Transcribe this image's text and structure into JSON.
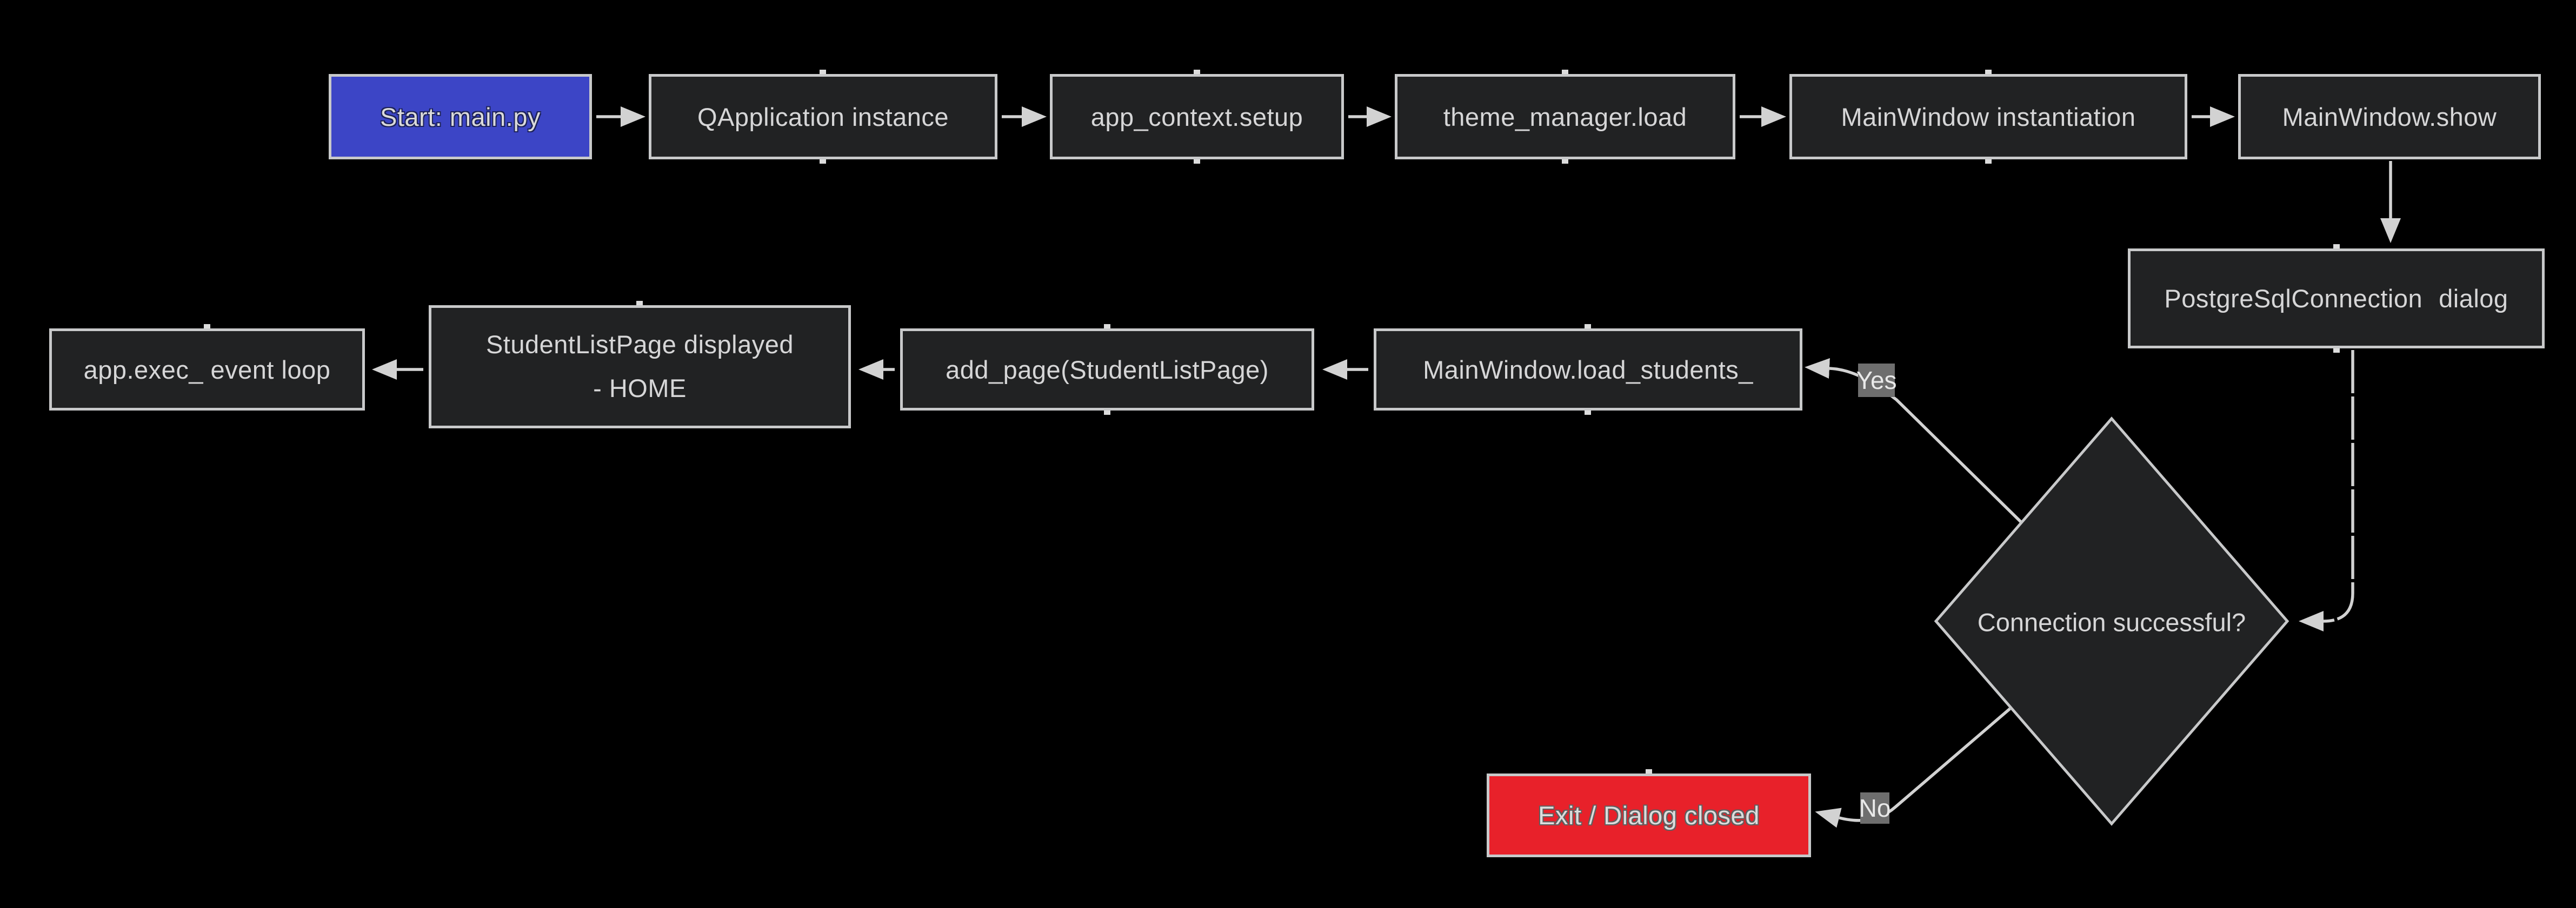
{
  "diagram": {
    "kind": "flowchart",
    "nodes": {
      "start": {
        "label": "Start: main.py",
        "fill": "#3c45c6"
      },
      "qapplication": {
        "label": "QApplication instance"
      },
      "app_context": {
        "label": "app_context.setup"
      },
      "theme_manager": {
        "label": "theme_manager.load"
      },
      "mainwindow_instantiation": {
        "label": "MainWindow instantiation"
      },
      "mainwindow_show": {
        "label": "MainWindow.show"
      },
      "postgresql_dialog": {
        "label": "PostgreSqlConnection dialog"
      },
      "connection_decision": {
        "label": "Connection successful?"
      },
      "load_students": {
        "label": "MainWindow.load_students_"
      },
      "add_page": {
        "label": "add_page(StudentListPage)"
      },
      "student_list_page": {
        "lines": [
          "StudentListPage displayed",
          "- HOME"
        ]
      },
      "app_exec": {
        "label": "app.exec_ event loop"
      },
      "exit": {
        "label": "Exit / Dialog closed",
        "fill": "#e8212a"
      }
    },
    "edge_labels": {
      "yes": "Yes",
      "no": "No"
    },
    "colors": {
      "background": "#000000",
      "node_fill": "#212223",
      "node_border": "#c8c9ca",
      "node_text": "#d6d6d7",
      "start_fill": "#3c45c6",
      "exit_fill": "#e8212a",
      "edge": "#d2d2d2",
      "badge_bg": "#6e6e6e",
      "badge_text": "#e9e9e9"
    }
  }
}
